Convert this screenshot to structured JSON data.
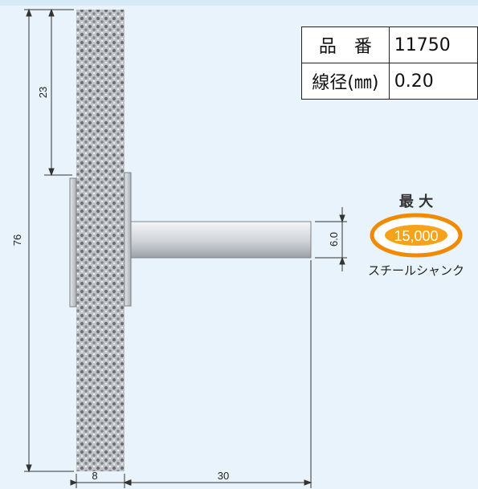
{
  "spec_table": {
    "rows": [
      {
        "key": "品　番",
        "value": "11750"
      },
      {
        "key": "線径(㎜)",
        "value": "0.20"
      }
    ]
  },
  "dimensions": {
    "overall_height": "76",
    "top_segment": "23",
    "width": "8",
    "shank_length": "30",
    "shank_diameter": "6.0"
  },
  "badge": {
    "label": "最 大",
    "value": "15,000",
    "sub": "スチールシャンク"
  },
  "colors": {
    "background": "#e8f3fb",
    "badge_orange": "#f08a00",
    "badge_fill": "#f6a21a"
  }
}
